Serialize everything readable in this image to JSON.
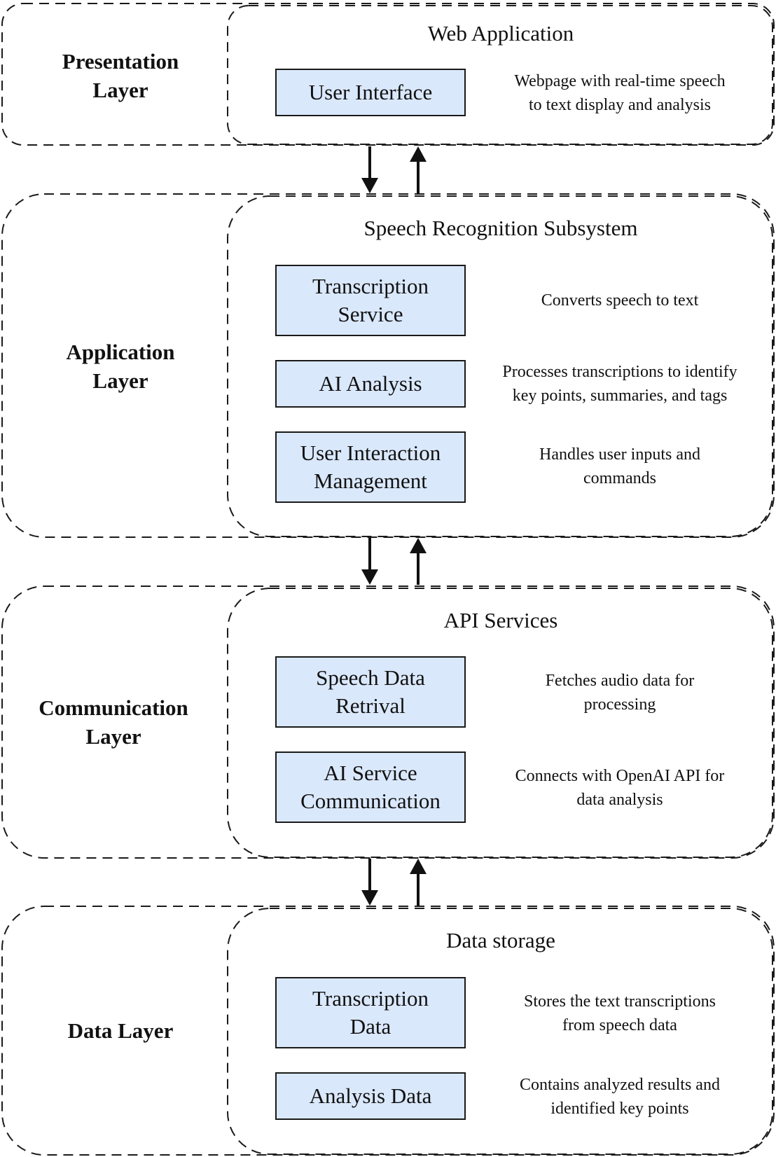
{
  "layers": [
    {
      "label": "Presentation\nLayer",
      "section_title": "Web Application",
      "components": [
        {
          "label": "User Interface",
          "description": "Webpage with real-time speech\nto text display and analysis"
        }
      ]
    },
    {
      "label": "Application\nLayer",
      "section_title": "Speech Recognition Subsystem",
      "components": [
        {
          "label": "Transcription\nService",
          "description": "Converts speech to text"
        },
        {
          "label": "AI Analysis",
          "description": "Processes transcriptions to identify\nkey points, summaries, and tags"
        },
        {
          "label": "User Interaction\nManagement",
          "description": "Handles user inputs and\ncommands"
        }
      ]
    },
    {
      "label": "Communication\nLayer",
      "section_title": "API Services",
      "components": [
        {
          "label": "Speech Data\nRetrival",
          "description": "Fetches audio data for\nprocessing"
        },
        {
          "label": "AI Service\nCommunication",
          "description": "Connects with OpenAI API for\ndata analysis"
        }
      ]
    },
    {
      "label": "Data Layer",
      "section_title": "Data storage",
      "components": [
        {
          "label": "Transcription\nData",
          "description": "Stores the text transcriptions\nfrom speech data"
        },
        {
          "label": "Analysis Data",
          "description": "Contains analyzed results and\nidentified key points"
        }
      ]
    }
  ],
  "colors": {
    "component_fill": "#dae8fc",
    "stroke": "#1a1a1a"
  }
}
